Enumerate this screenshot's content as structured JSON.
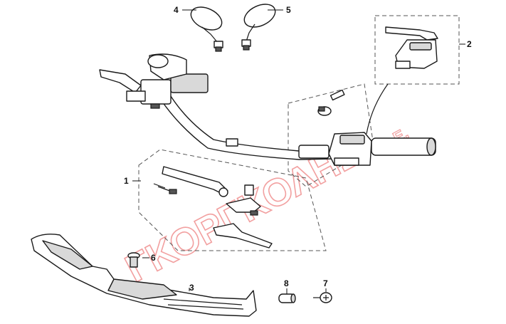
{
  "watermark": {
    "text": "ΓΚΟΡΓΚΟΛΗΣ",
    "suffix": "Α.Ε.",
    "color": "#f2a0a0"
  },
  "callouts": [
    {
      "id": "1",
      "label": "1"
    },
    {
      "id": "2",
      "label": "2"
    },
    {
      "id": "3",
      "label": "3"
    },
    {
      "id": "4",
      "label": "4"
    },
    {
      "id": "5",
      "label": "5"
    },
    {
      "id": "6",
      "label": "6"
    },
    {
      "id": "7",
      "label": "7"
    },
    {
      "id": "8",
      "label": "8"
    }
  ],
  "colors": {
    "line": "#1a1a1a",
    "shade": "#d9d9d9",
    "background": "#ffffff"
  }
}
